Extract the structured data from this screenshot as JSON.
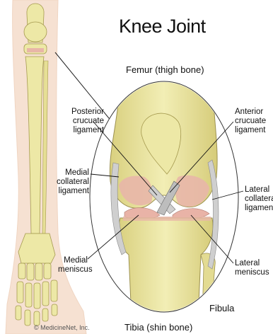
{
  "title": "Knee Joint",
  "labels": {
    "femur": "Femur (thigh bone)",
    "tibia": "Tibia (shin bone)",
    "fibula": "Fibula",
    "posterior_cruciate": [
      "Posterior",
      "crucuate",
      "ligament"
    ],
    "anterior_cruciate": [
      "Anterior",
      "crucuate",
      "ligament"
    ],
    "medial_collateral": [
      "Medial",
      "collateral",
      "ligament"
    ],
    "lateral_collateral": [
      "Lateral",
      "collateral",
      "ligament"
    ],
    "medial_meniscus": [
      "Medial",
      "meniscus"
    ],
    "lateral_meniscus": [
      "Lateral",
      "meniscus"
    ]
  },
  "credit": "© MedicineNet, Inc.",
  "colors": {
    "bone": "#ede8a6",
    "bone_shade": "#cfc77a",
    "cartilage": "#e8b6a8",
    "ligament": "#cfcfcf",
    "outline": "#333333"
  }
}
